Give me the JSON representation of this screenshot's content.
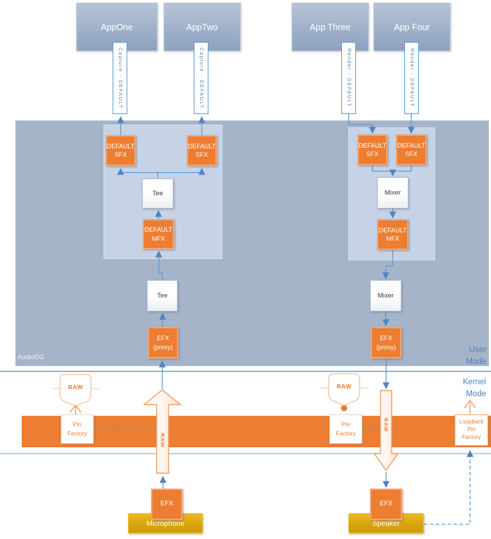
{
  "apps": [
    {
      "label": "AppOne",
      "stream": "Capture - DEFAULT"
    },
    {
      "label": "AppTwo",
      "stream": "Capture - DEFAULT"
    },
    {
      "label": "App Three",
      "stream": "Render - DEFAULT"
    },
    {
      "label": "App Four",
      "stream": "Render - DEFAULT"
    }
  ],
  "audiodg": {
    "label": "AudioDG"
  },
  "mode_labels": {
    "user": "User\nMode",
    "kernel": "Kernel\nMode"
  },
  "capture_pipeline": {
    "sfx_left": "DEFAULT\nSFX",
    "sfx_right": "DEFAULT\nSFX",
    "tee_upper": "Tee",
    "mfx": "DEFAULT\nMFX",
    "tee_lower": "Tee",
    "efx_proxy": "EFX\n(proxy)"
  },
  "render_pipeline": {
    "sfx_left": "DEFAULT\nSFX",
    "sfx_right": "DEFAULT\nSFX",
    "mixer_upper": "Mixer",
    "mfx": "DEFAULT\nMFX",
    "mixer_lower": "Mixer",
    "efx_proxy": "EFX\n(proxy)"
  },
  "kernel": {
    "capture_pin": {
      "raw_label": "RAW",
      "pin_factory": "Pin\nFactory",
      "arrow_label": "RAW"
    },
    "render_pin": {
      "raw_label": "RAW",
      "pin_factory": "Pin\nFactory",
      "arrow_label": "RAW"
    },
    "loopback_pin_factory": "Loopback\nPin\nFactory"
  },
  "endpoints": {
    "microphone": {
      "efx": "EFX",
      "device": "Microphone"
    },
    "speaker": {
      "efx": "EFX",
      "device": "Speaker"
    }
  },
  "colors": {
    "accent_orange": "#ed7d31",
    "accent_blue": "#5b9bd5",
    "audiodg_fill": "#a5b4c9",
    "panel_fill": "#c6d3e7",
    "device_gold": "#d8a50e",
    "text_blue": "#4e80ba"
  }
}
